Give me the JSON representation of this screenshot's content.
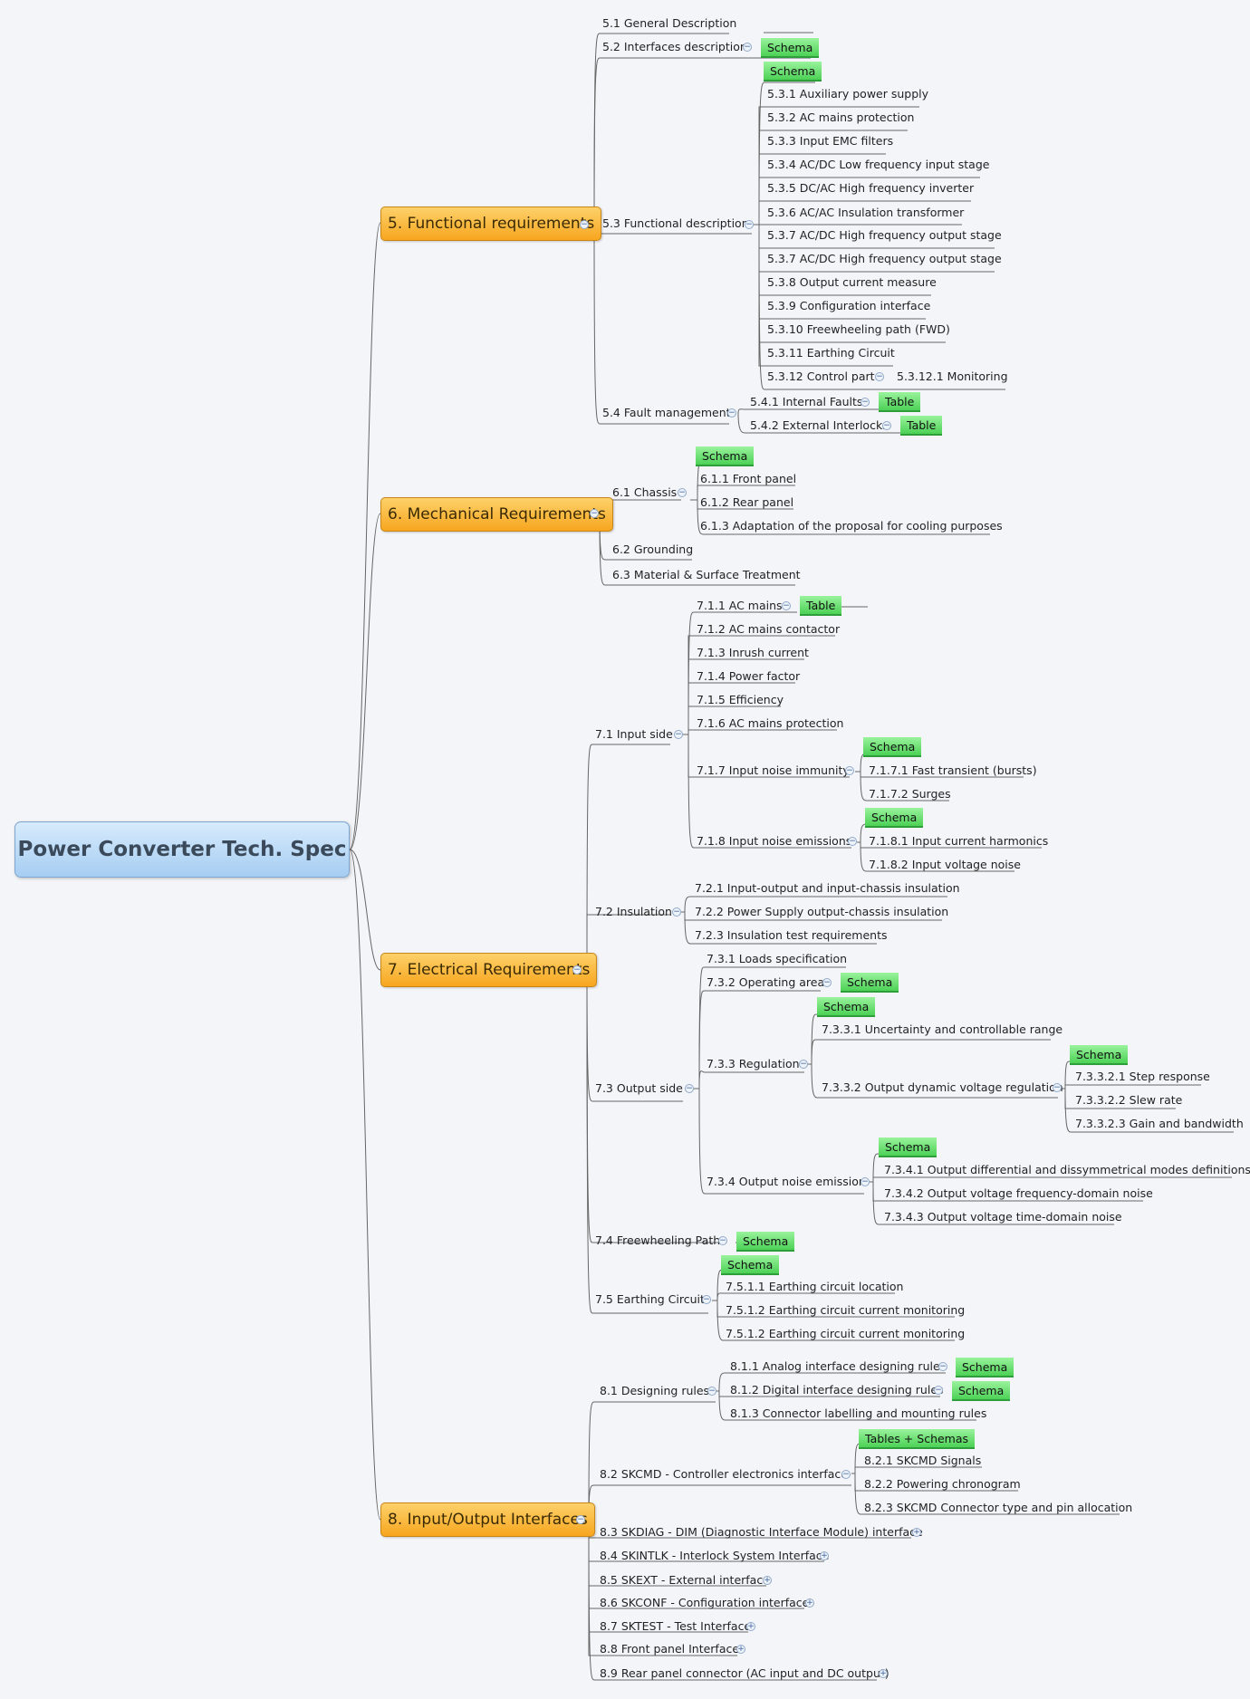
{
  "root": "Power Converter Tech. Spec",
  "sections": {
    "s5": "5. Functional requirements",
    "s6": "6. Mechanical Requirements",
    "s7": "7. Electrical Requirements",
    "s8": "8. Input/Output Interfaces"
  },
  "tags": {
    "schema": "Schema",
    "table": "Table",
    "tables_schemas": "Tables + Schemas"
  },
  "topics": {
    "t5_1": "5.1 General Description",
    "t5_2": "5.2 Interfaces description",
    "t5_3": "5.3 Functional description",
    "t5_3_1": "5.3.1 Auxiliary power supply",
    "t5_3_2": "5.3.2 AC mains protection",
    "t5_3_3": "5.3.3 Input EMC filters",
    "t5_3_4": "5.3.4 AC/DC Low frequency input stage",
    "t5_3_5": "5.3.5 DC/AC High frequency inverter",
    "t5_3_6": "5.3.6 AC/AC Insulation transformer",
    "t5_3_7a": "5.3.7 AC/DC High frequency output stage",
    "t5_3_7b": "5.3.7 AC/DC High frequency output stage",
    "t5_3_8": "5.3.8 Output current measure",
    "t5_3_9": "5.3.9 Configuration interface",
    "t5_3_10": "5.3.10 Freewheeling path (FWD)",
    "t5_3_11": "5.3.11 Earthing Circuit",
    "t5_3_12": "5.3.12 Control part",
    "t5_3_12_1": "5.3.12.1 Monitoring",
    "t5_4": "5.4 Fault management",
    "t5_4_1": "5.4.1 Internal Faults",
    "t5_4_2": "5.4.2 External Interlocks",
    "t6_1": "6.1 Chassis",
    "t6_1_1": "6.1.1 Front panel",
    "t6_1_2": "6.1.2 Rear panel",
    "t6_1_3": "6.1.3 Adaptation of the proposal for cooling purposes",
    "t6_2": "6.2 Grounding",
    "t6_3": "6.3 Material & Surface Treatment",
    "t7_1": "7.1 Input side",
    "t7_1_1": "7.1.1 AC mains",
    "t7_1_2": "7.1.2 AC mains contactor",
    "t7_1_3": "7.1.3 Inrush current",
    "t7_1_4": "7.1.4 Power factor",
    "t7_1_5": "7.1.5 Efficiency",
    "t7_1_6": "7.1.6 AC mains protection",
    "t7_1_7": "7.1.7 Input noise immunity",
    "t7_1_7_1": "7.1.7.1 Fast transient (bursts)",
    "t7_1_7_2": "7.1.7.2 Surges",
    "t7_1_8": "7.1.8 Input noise emissions",
    "t7_1_8_1": "7.1.8.1 Input current harmonics",
    "t7_1_8_2": "7.1.8.2 Input voltage noise",
    "t7_2": "7.2 Insulation",
    "t7_2_1": "7.2.1 Input-output and input-chassis insulation",
    "t7_2_2": "7.2.2 Power Supply output-chassis insulation",
    "t7_2_3": "7.2.3 Insulation test requirements",
    "t7_3": "7.3 Output side",
    "t7_3_1": "7.3.1 Loads specification",
    "t7_3_2": "7.3.2 Operating area",
    "t7_3_3": "7.3.3 Regulation",
    "t7_3_3_1": "7.3.3.1 Uncertainty and controllable range",
    "t7_3_3_2": "7.3.3.2 Output dynamic voltage regulation",
    "t7_3_3_2_1": "7.3.3.2.1 Step response",
    "t7_3_3_2_2": "7.3.3.2.2 Slew rate",
    "t7_3_3_2_3": "7.3.3.2.3 Gain and bandwidth",
    "t7_3_4": "7.3.4 Output noise emission",
    "t7_3_4_1": "7.3.4.1 Output differential and dissymmetrical modes definitions",
    "t7_3_4_2": "7.3.4.2 Output voltage frequency-domain noise",
    "t7_3_4_3": "7.3.4.3 Output voltage time-domain noise",
    "t7_4": "7.4 Freewheeling Path",
    "t7_5": "7.5 Earthing Circuit",
    "t7_5_1_1": "7.5.1.1 Earthing circuit location",
    "t7_5_1_2a": "7.5.1.2 Earthing circuit current monitoring",
    "t7_5_1_2b": "7.5.1.2 Earthing circuit current monitoring",
    "t8_1": "8.1 Designing rules",
    "t8_1_1": "8.1.1 Analog interface designing rules",
    "t8_1_2": "8.1.2 Digital interface designing rules",
    "t8_1_3": "8.1.3 Connector labelling and mounting rules",
    "t8_2": "8.2 SKCMD - Controller electronics interface",
    "t8_2_1": "8.2.1 SKCMD Signals",
    "t8_2_2": "8.2.2 Powering chronogram",
    "t8_2_3": "8.2.3 SKCMD Connector type and pin allocation",
    "t8_3": "8.3 SKDIAG - DIM (Diagnostic Interface Module) interface",
    "t8_4": "8.4 SKINTLK - Interlock System Interface",
    "t8_5": "8.5 SKEXT - External interface",
    "t8_6": "8.6 SKCONF - Configuration interface",
    "t8_7": "8.7 SKTEST - Test Interface",
    "t8_8": "8.8 Front panel Interface",
    "t8_9": "8.9 Rear panel connector (AC input and DC output)"
  },
  "toggles": {
    "collapse": "−",
    "expand": "+"
  }
}
